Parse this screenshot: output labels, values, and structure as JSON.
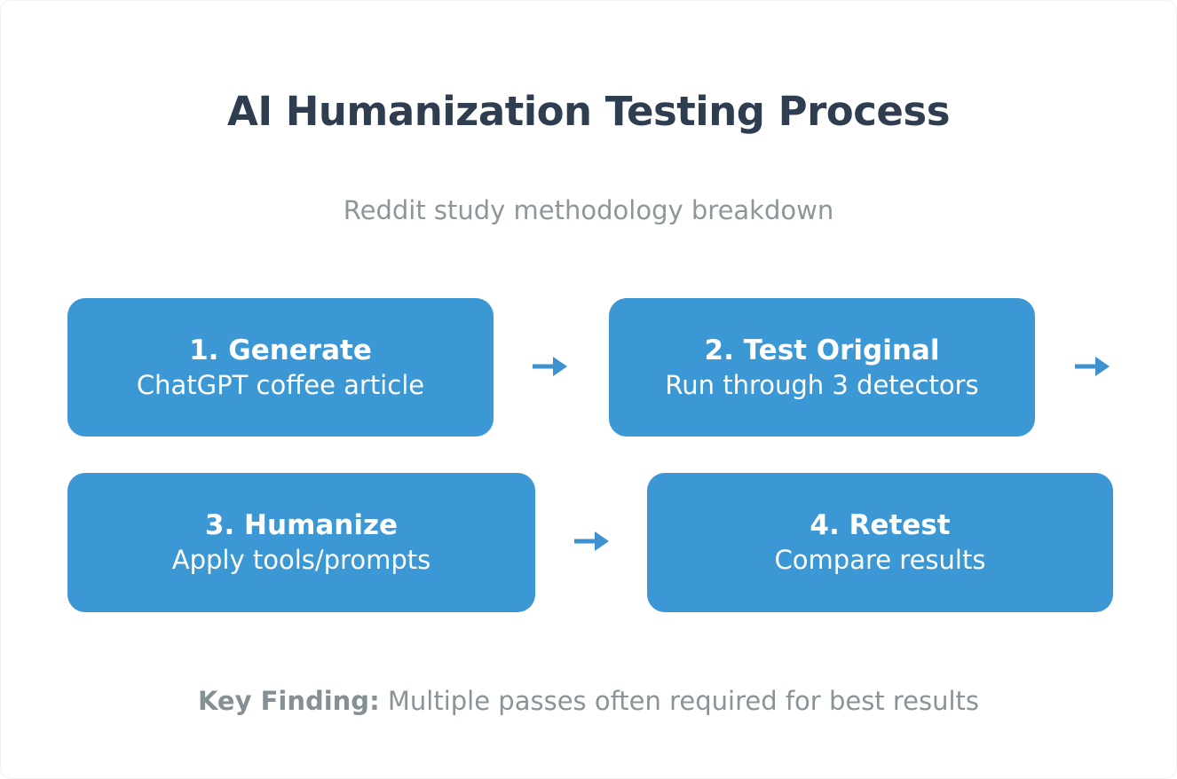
{
  "header": {
    "title": "AI Humanization Testing Process",
    "subtitle": "Reddit study methodology breakdown",
    "title_color": "#2e3d4f",
    "subtitle_color": "#8d979a"
  },
  "flow": {
    "box_color": "#3b98d4",
    "box_text_color": "#ffffff",
    "arrow_color": "#3d91d1",
    "arrow_icon": "arrow-right",
    "steps": [
      {
        "title": "1. Generate",
        "subtitle": "ChatGPT coffee article"
      },
      {
        "title": "2. Test Original",
        "subtitle": "Run through 3 detectors"
      },
      {
        "title": "3. Humanize",
        "subtitle": "Apply tools/prompts"
      },
      {
        "title": "4. Retest",
        "subtitle": "Compare results"
      }
    ]
  },
  "footer": {
    "key_label": "Key Finding:",
    "key_text": "Multiple passes often required for best results",
    "text_color": "#8a9497"
  }
}
